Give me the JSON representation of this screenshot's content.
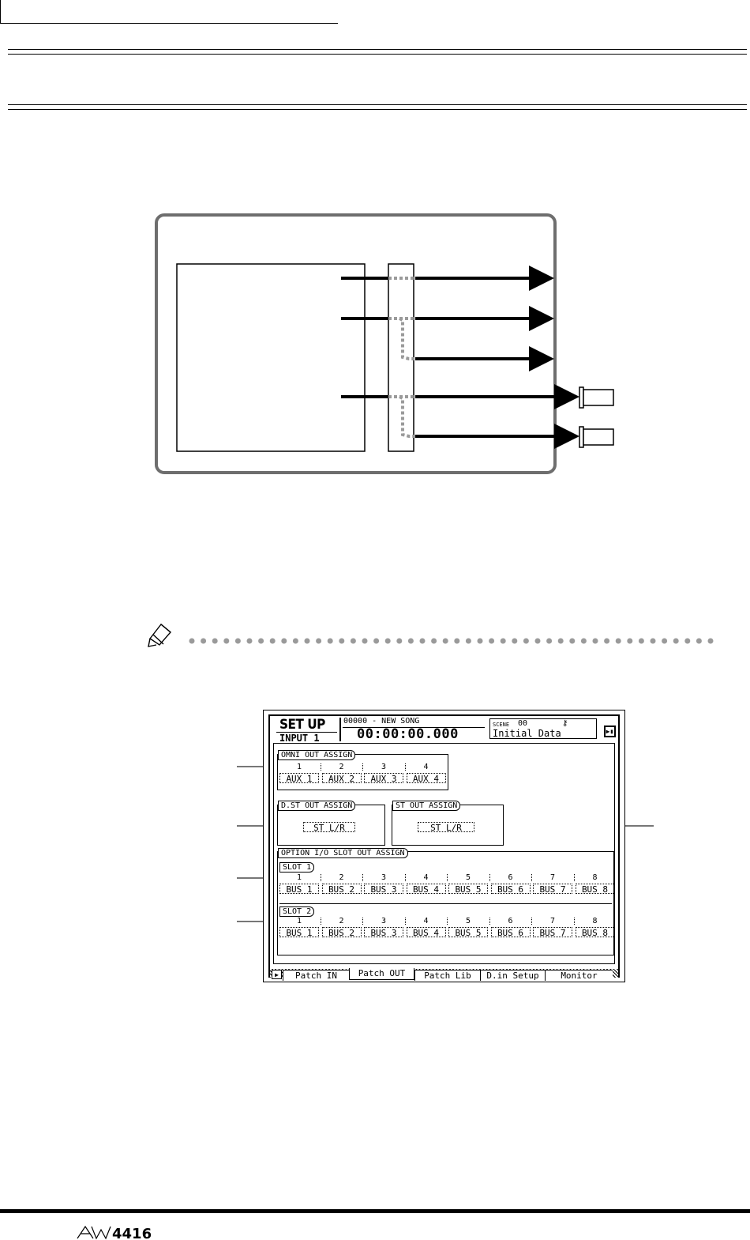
{
  "logo": {
    "text": "AW4416"
  },
  "screen": {
    "title": "SET UP",
    "channel": "INPUT 1",
    "song": "00000 - NEW SONG",
    "time": "00:00:00.000",
    "scene_label": "SCENE",
    "scene_number": "00",
    "scene_name": "Initial Data",
    "omni_out": {
      "label": "OMNI OUT ASSIGN",
      "numbers": [
        "1",
        "2",
        "3",
        "4"
      ],
      "values": [
        "AUX 1",
        "AUX 2",
        "AUX 3",
        "AUX 4"
      ]
    },
    "dst_out": {
      "label": "D.ST OUT ASSIGN",
      "value": "ST    L/R"
    },
    "st_out": {
      "label": "ST OUT ASSIGN",
      "value": "ST    L/R"
    },
    "slot_out": {
      "label": "OPTION I/O SLOT OUT ASSIGN",
      "slot1": {
        "label": "SLOT 1",
        "numbers": [
          "1",
          "2",
          "3",
          "4",
          "5",
          "6",
          "7",
          "8"
        ],
        "values": [
          "BUS 1",
          "BUS 2",
          "BUS 3",
          "BUS 4",
          "BUS 5",
          "BUS 6",
          "BUS 7",
          "BUS 8"
        ]
      },
      "slot2": {
        "label": "SLOT 2",
        "numbers": [
          "1",
          "2",
          "3",
          "4",
          "5",
          "6",
          "7",
          "8"
        ],
        "values": [
          "BUS 1",
          "BUS 2",
          "BUS 3",
          "BUS 4",
          "BUS 5",
          "BUS 6",
          "BUS 7",
          "BUS 8"
        ]
      }
    },
    "tabs": [
      "Patch IN",
      "Patch OUT",
      "Patch Lib",
      "D.in Setup",
      "Monitor"
    ],
    "active_tab": "Patch OUT"
  },
  "colors": {
    "ink": "#000000",
    "panel_border": "#6e6e6e",
    "dotted_route": "#9a9a9a",
    "callout": "#777777"
  }
}
